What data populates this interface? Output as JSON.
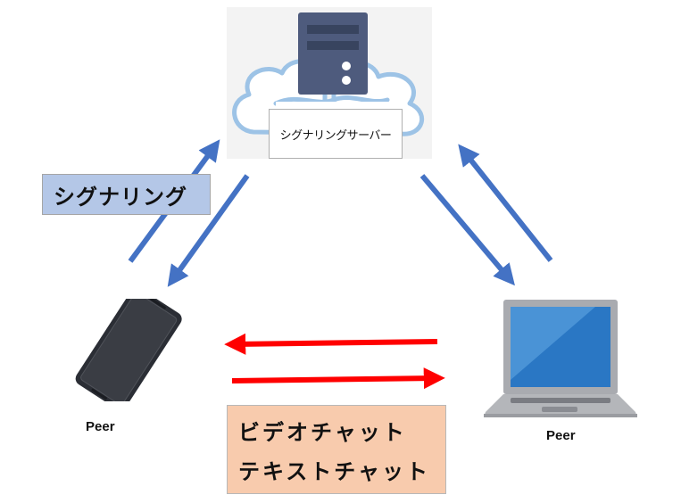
{
  "diagram": {
    "server": {
      "label": "シグナリングサーバー",
      "icon": "server-in-cloud-icon"
    },
    "signaling_label": "シグナリング",
    "peers": [
      {
        "id": "phone",
        "label": "Peer",
        "icon": "smartphone-icon"
      },
      {
        "id": "laptop",
        "label": "Peer",
        "icon": "laptop-icon"
      }
    ],
    "chat_labels": [
      "ビデオチャット",
      "テキストチャット"
    ],
    "colors": {
      "signaling_arrow": "#4472c4",
      "p2p_arrow": "#ff0000",
      "signaling_box": "#b4c7e7",
      "chat_box": "#f8cbad",
      "cloud_outline": "#9dc3e6",
      "server_body": "#4e5b7d"
    },
    "edges": [
      {
        "from": "phone",
        "to": "server",
        "type": "signaling"
      },
      {
        "from": "server",
        "to": "phone",
        "type": "signaling"
      },
      {
        "from": "server",
        "to": "laptop",
        "type": "signaling"
      },
      {
        "from": "laptop",
        "to": "server",
        "type": "signaling"
      },
      {
        "from": "laptop",
        "to": "phone",
        "type": "p2p"
      },
      {
        "from": "phone",
        "to": "laptop",
        "type": "p2p"
      }
    ]
  }
}
